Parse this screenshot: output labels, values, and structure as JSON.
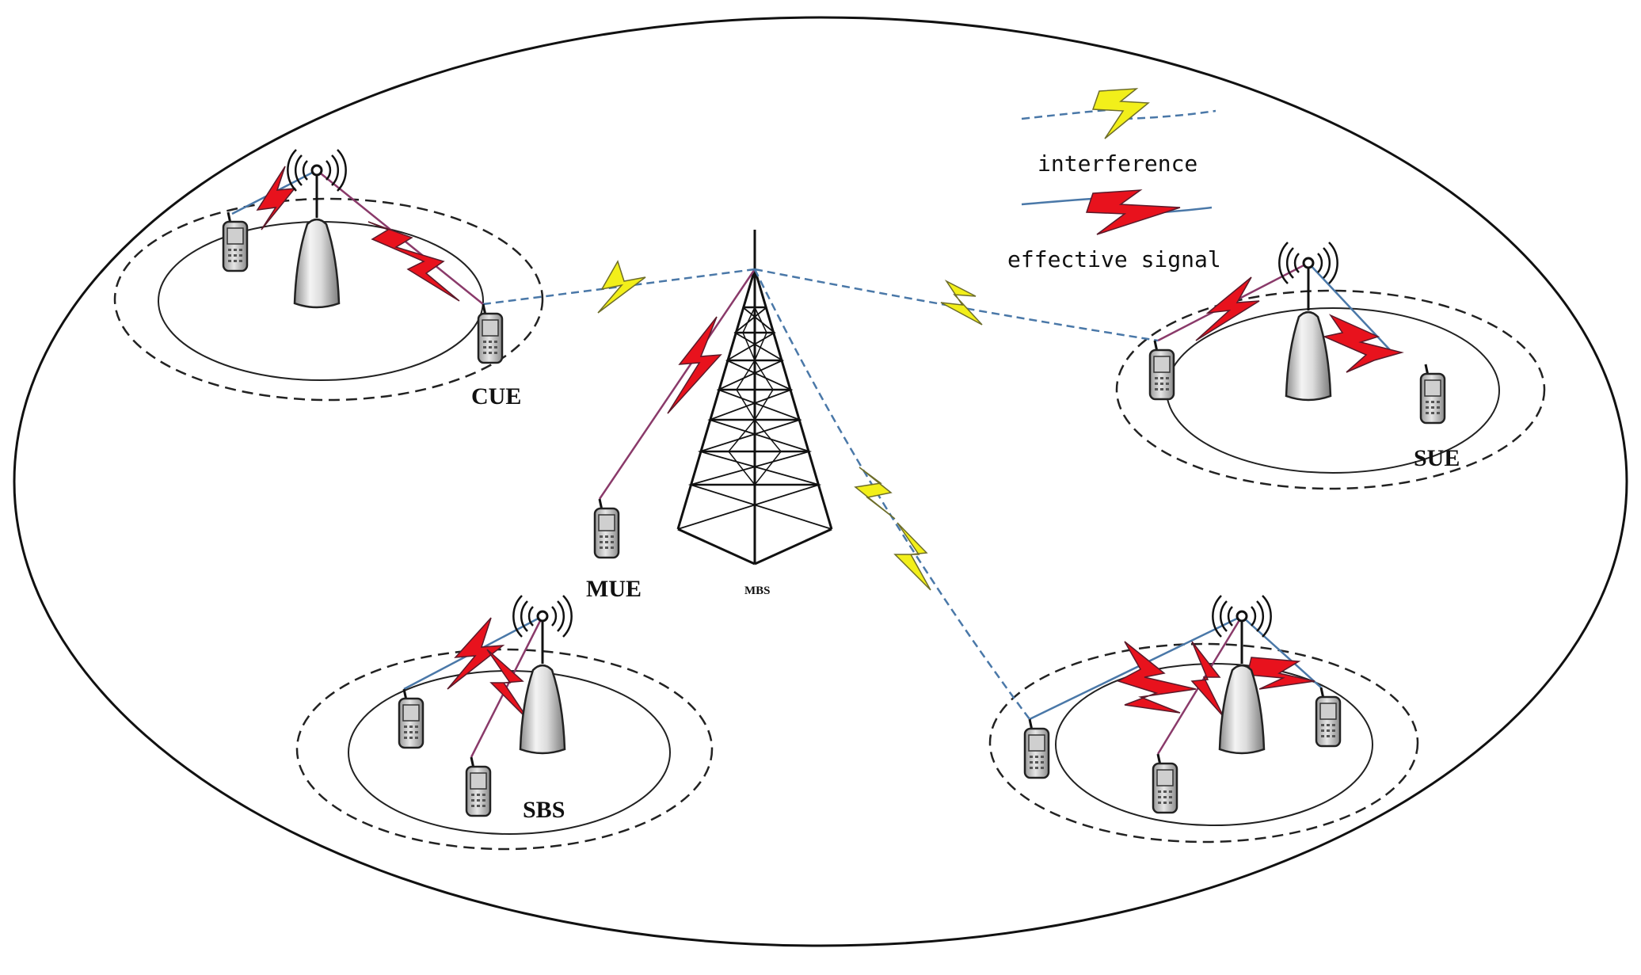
{
  "legend": {
    "interference": "interference",
    "effective_signal": "effective signal"
  },
  "labels": {
    "cue": "CUE",
    "sue": "SUE",
    "mue": "MUE",
    "mbs": "MBS",
    "sbs": "SBS"
  },
  "colors": {
    "interference": "#f2ef1a",
    "effective_signal": "#e8121d",
    "link": "#4a78a8",
    "outline": "#111111"
  }
}
